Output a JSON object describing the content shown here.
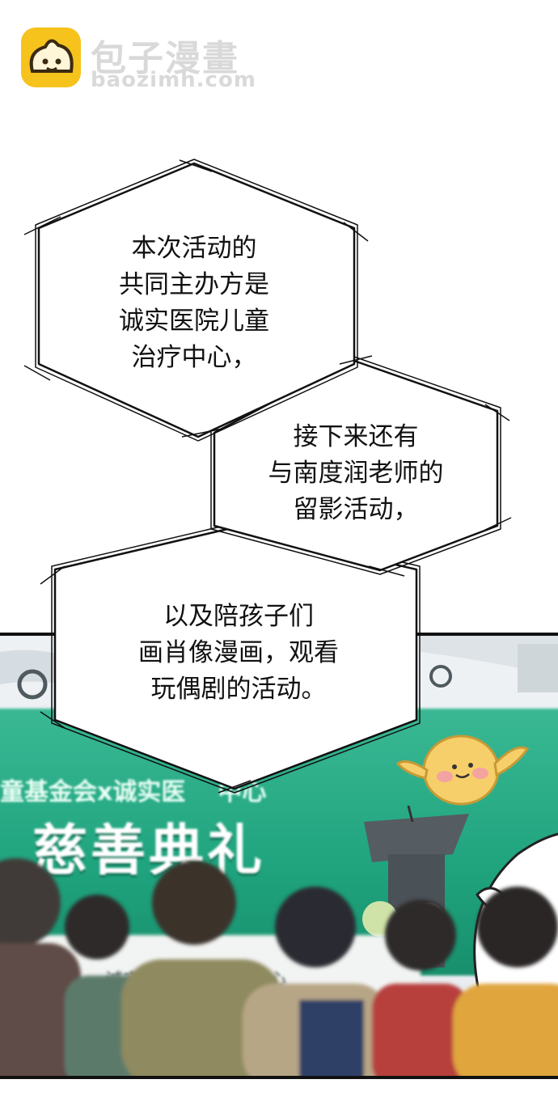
{
  "watermark": {
    "name": "包子漫畫",
    "domain": "baozimh.com",
    "colors": {
      "badge": "#f6c21c",
      "face": "#3b2a12",
      "text": "#d9d9d9"
    }
  },
  "bubbles": [
    {
      "lines": [
        "本次活动的",
        "共同主办方是",
        "诚实医院儿童",
        "治疗中心，"
      ]
    },
    {
      "lines": [
        "接下来还有",
        "与南度润老师的",
        "留影活动，"
      ]
    },
    {
      "lines": [
        "以及陪孩子们",
        "画肖像漫画，观看",
        "玩偶剧的活动。"
      ]
    }
  ],
  "scene": {
    "banner_subtitle": "童基金会x诚实医",
    "banner_subtitle_tail": "中心",
    "banner_title": "慈善典礼",
    "lower_texts": [
      "童基",
      "诚实",
      "中心"
    ],
    "colors": {
      "banner": "#1fa47e",
      "mascot": "#f7cf6a",
      "cheek": "#f3a3a0"
    }
  }
}
